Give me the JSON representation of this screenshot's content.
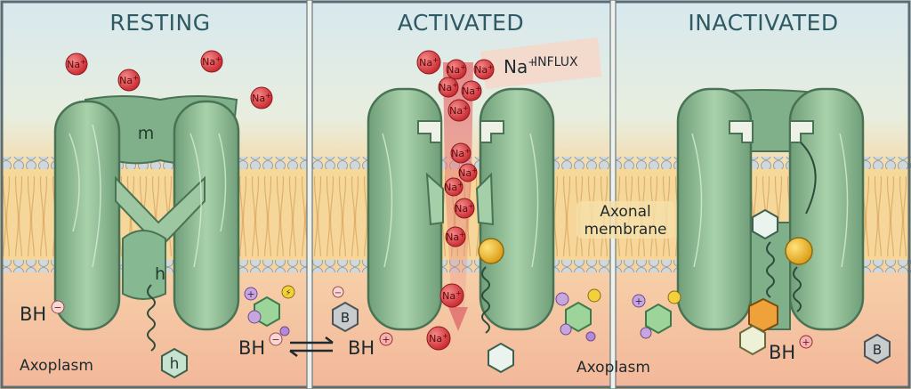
{
  "panels": [
    {
      "title": "RESTING"
    },
    {
      "title": "ACTIVATED"
    },
    {
      "title": "INACTIVATED"
    }
  ],
  "ion": {
    "symbol": "Na",
    "charge": "+"
  },
  "influx": {
    "ion": "Na",
    "charge": "+",
    "text": "INFLUX"
  },
  "gates": {
    "m": "m",
    "h": "h"
  },
  "membrane_label": {
    "line1": "Axonal",
    "line2": "membrane"
  },
  "axoplasm_label": "Axoplasm",
  "drug": {
    "base": "BH",
    "neutral_charge": "−",
    "protonated_charge": "+",
    "neutral_B": "B"
  },
  "colors": {
    "sky": "#cfe3ea",
    "membrane": "#f2c98a",
    "axoplasm": "#f5c9a8",
    "channel": "#8fbf95",
    "channel_dark": "#5f8f6a",
    "ion": "#d9363e",
    "influx": "#e0676b"
  }
}
